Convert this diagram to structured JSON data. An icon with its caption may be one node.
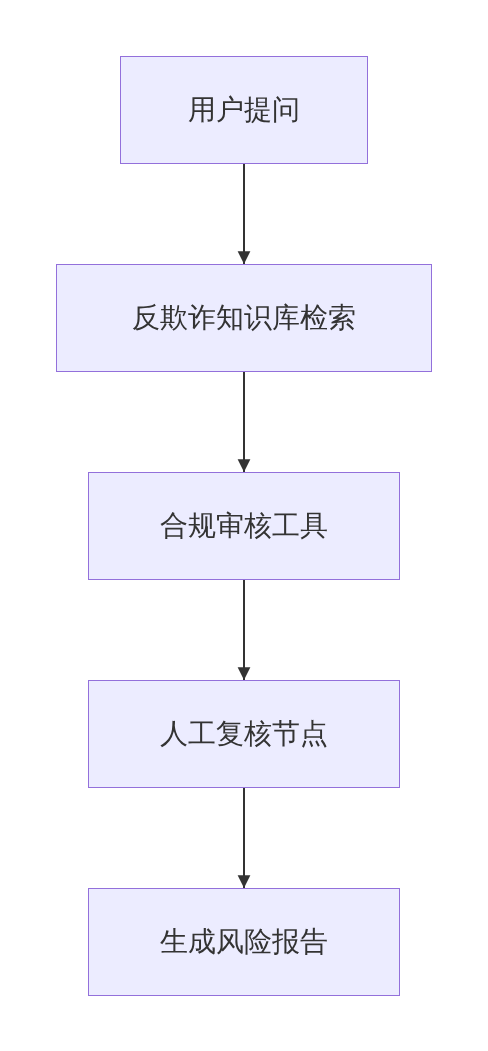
{
  "diagram": {
    "nodes": [
      {
        "text": [
          "用户提问"
        ]
      },
      {
        "text": [
          "反欺诈知识库检索"
        ]
      },
      {
        "text": [
          "合规审核工具"
        ]
      },
      {
        "text": [
          "人工复核节点"
        ]
      },
      {
        "text": [
          "生成风险报告"
        ]
      }
    ],
    "edges": [
      {
        "from": 0,
        "to": 1,
        "arrow": "to"
      },
      {
        "from": 1,
        "to": 2,
        "arrow": "to"
      },
      {
        "from": 2,
        "to": 3,
        "arrow": "to"
      },
      {
        "from": 3,
        "to": 4,
        "arrow": "to"
      }
    ]
  }
}
